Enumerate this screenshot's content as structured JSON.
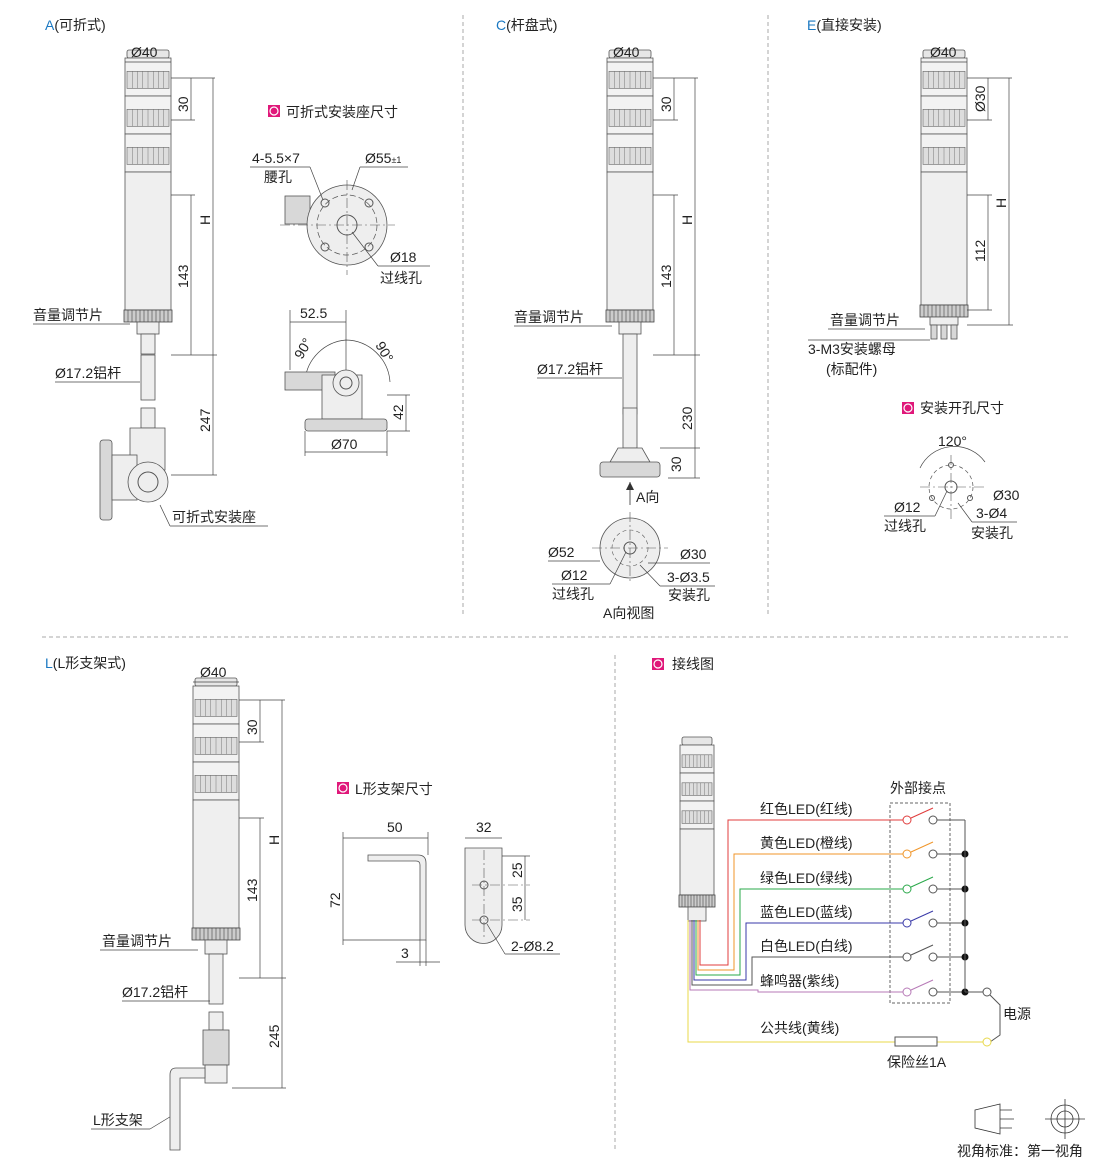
{
  "colors": {
    "accent": "#1a78c2",
    "marker": "#e0187a",
    "red": "#e03c3c",
    "orange": "#f0962a",
    "green": "#2aa84a",
    "blue": "#3a3aa8",
    "white_wire": "#555555",
    "purple": "#b77ab7",
    "yellow": "#e8d84a"
  },
  "section_a": {
    "letter": "A",
    "title": "(可折式)",
    "dia40": "Ø40",
    "d30": "30",
    "h": "H",
    "d143": "143",
    "d247": "247",
    "volume": "音量调节片",
    "pole": "Ø17.2铝杆",
    "mount": "可折式安装座"
  },
  "mount_dims": {
    "title": "可折式安装座尺寸",
    "slot": "4-5.5×7",
    "slot2": "腰孔",
    "d55": "Ø55",
    "tol": "±1",
    "d18": "Ø18",
    "hole": "过线孔",
    "d52_5": "52.5",
    "ang1": "90°",
    "ang2": "90°",
    "d42": "42",
    "d70": "Ø70"
  },
  "section_c": {
    "letter": "C",
    "title": "(杆盘式)",
    "dia40": "Ø40",
    "d30": "30",
    "h": "H",
    "d143": "143",
    "d230": "230",
    "d30b": "30",
    "volume": "音量调节片",
    "pole": "Ø17.2铝杆",
    "dir": "A向",
    "d52": "Ø52",
    "d30c": "Ø30",
    "d12": "Ø12",
    "hole": "过线孔",
    "m35": "3-Ø3.5",
    "inst": "安装孔",
    "view": "A向视图"
  },
  "section_e": {
    "letter": "E",
    "title": "(直接安装)",
    "dia40": "Ø40",
    "d30": "Ø30",
    "h": "H",
    "d112": "112",
    "volume": "音量调节片",
    "nut": "3-M3安装螺母",
    "std": "(标配件)",
    "cut_title": "安装开孔尺寸",
    "ang": "120°",
    "d12": "Ø12",
    "hole": "过线孔",
    "d4": "3-Ø4",
    "inst": "安装孔"
  },
  "section_l": {
    "letter": "L",
    "title": "(L形支架式)",
    "dia40": "Ø40",
    "d30": "30",
    "h": "H",
    "d143": "143",
    "d245": "245",
    "volume": "音量调节片",
    "pole": "Ø17.2铝杆",
    "bracket": "L形支架"
  },
  "bracket_dims": {
    "title": "L形支架尺寸",
    "d50": "50",
    "d72": "72",
    "d3": "3",
    "d32": "32",
    "d25": "25",
    "d35": "35",
    "holes": "2-Ø8.2"
  },
  "wiring": {
    "title": "接线图",
    "contacts": "外部接点",
    "wires": [
      {
        "label": "红色LED(红线)",
        "color": "#e03c3c"
      },
      {
        "label": "黄色LED(橙线)",
        "color": "#f0962a"
      },
      {
        "label": "绿色LED(绿线)",
        "color": "#2aa84a"
      },
      {
        "label": "蓝色LED(蓝线)",
        "color": "#3a3aa8"
      },
      {
        "label": "白色LED(白线)",
        "color": "#555555"
      },
      {
        "label": "蜂鸣器(紫线)",
        "color": "#b77ab7"
      }
    ],
    "common": "公共线(黄线)",
    "power": "电源",
    "fuse": "保险丝1A"
  },
  "projection": {
    "label": "视角标准：第一视角"
  }
}
